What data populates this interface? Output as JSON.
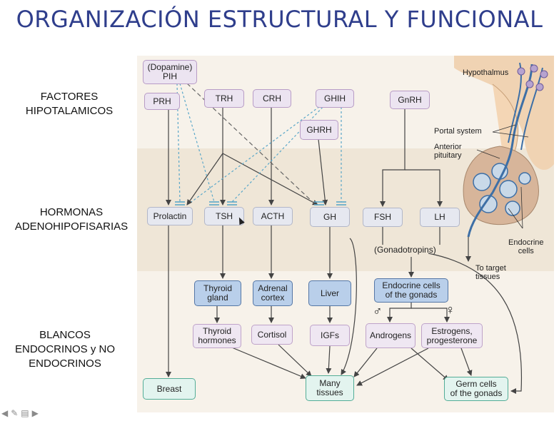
{
  "title": "ORGANIZACIÓN ESTRUCTURAL Y FUNCIONAL",
  "side_labels": {
    "factors": "FACTORES\nHIPOTALAMICOS",
    "hormones": "HORMONAS\nADENOHIPOFISARIAS",
    "targets": "BLANCOS\nENDOCRINOS y NO\nENDOCRINOS"
  },
  "hypothalamic": {
    "pih": "(Dopamine)\nPIH",
    "prh": "PRH",
    "trh": "TRH",
    "crh": "CRH",
    "ghih": "GHIH",
    "ghrh": "GHRH",
    "gnrh": "GnRH"
  },
  "pituitary": {
    "prolactin": "Prolactin",
    "tsh": "TSH",
    "acth": "ACTH",
    "gh": "GH",
    "fsh": "FSH",
    "lh": "LH",
    "gonadotropins": "(Gonadotropins)"
  },
  "glands": {
    "thyroid": "Thyroid\ngland",
    "adrenal": "Adrenal\ncortex",
    "liver": "Liver",
    "gonads": "Endocrine cells\nof the gonads"
  },
  "products": {
    "thyroid_hormones": "Thyroid\nhormones",
    "cortisol": "Cortisol",
    "igfs": "IGFs",
    "androgens": "Androgens",
    "estrogens": "Estrogens,\nprogesterone",
    "male_symbol": "♂",
    "female_symbol": "♀"
  },
  "targets": {
    "breast": "Breast",
    "many_tissues": "Many\ntissues",
    "germ_cells": "Germ cells\nof the gonads"
  },
  "anatomy": {
    "hypothalamus": "Hypothalmus",
    "portal_system": "Portal system",
    "anterior_pituitary": "Anterior\npituitary",
    "endocrine_cells": "Endocrine\ncells",
    "to_target": "To target\ntissues"
  },
  "toolbar": {
    "back": "◀",
    "pen": "✎",
    "menu": "▤",
    "forward": "▶"
  },
  "colors": {
    "title": "#2f3e8c",
    "inhibitory_line": "#5aa7c9",
    "stimulatory_line": "#444444"
  }
}
